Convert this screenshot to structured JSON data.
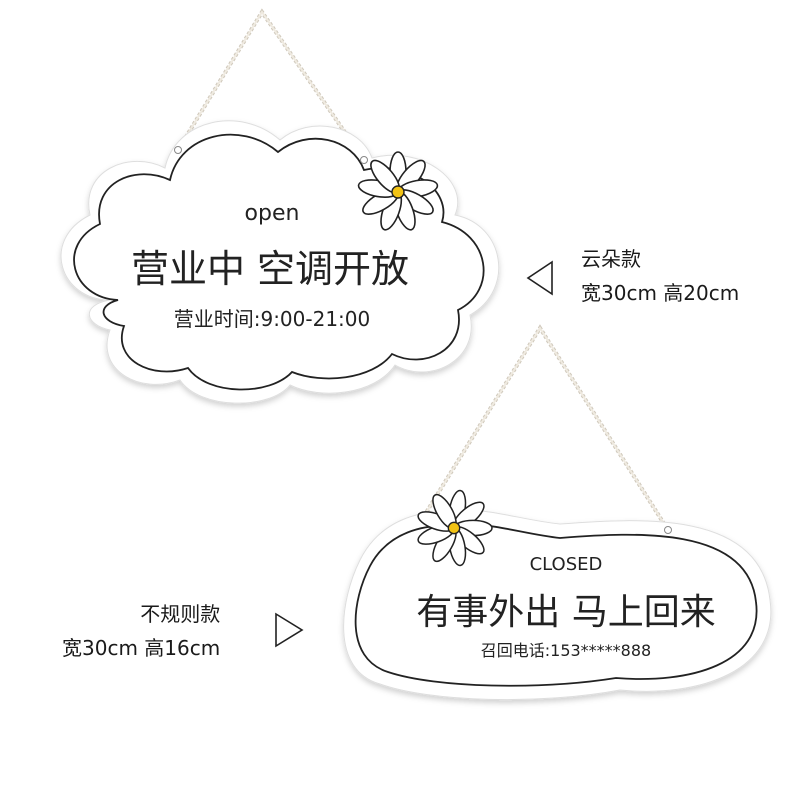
{
  "cloud_sign": {
    "small_text": "open",
    "main_text": "营业中 空调开放",
    "sub_text": "营业时间:9:00-21:00",
    "style_name": "云朵款",
    "size_text": "宽30cm 高20cm"
  },
  "oval_sign": {
    "small_text": "CLOSED",
    "main_text": "有事外出 马上回来",
    "sub_text": "召回电话:153*****888",
    "style_name": "不规则款",
    "size_text": "宽30cm 高16cm"
  },
  "icons": [
    "flower-icon",
    "triangle-pointer-icon"
  ],
  "colors": {
    "outline": "#222222",
    "rope": "#d8d2c6",
    "flower_center": "#f2c315",
    "shadow": "#e9e9e9"
  }
}
